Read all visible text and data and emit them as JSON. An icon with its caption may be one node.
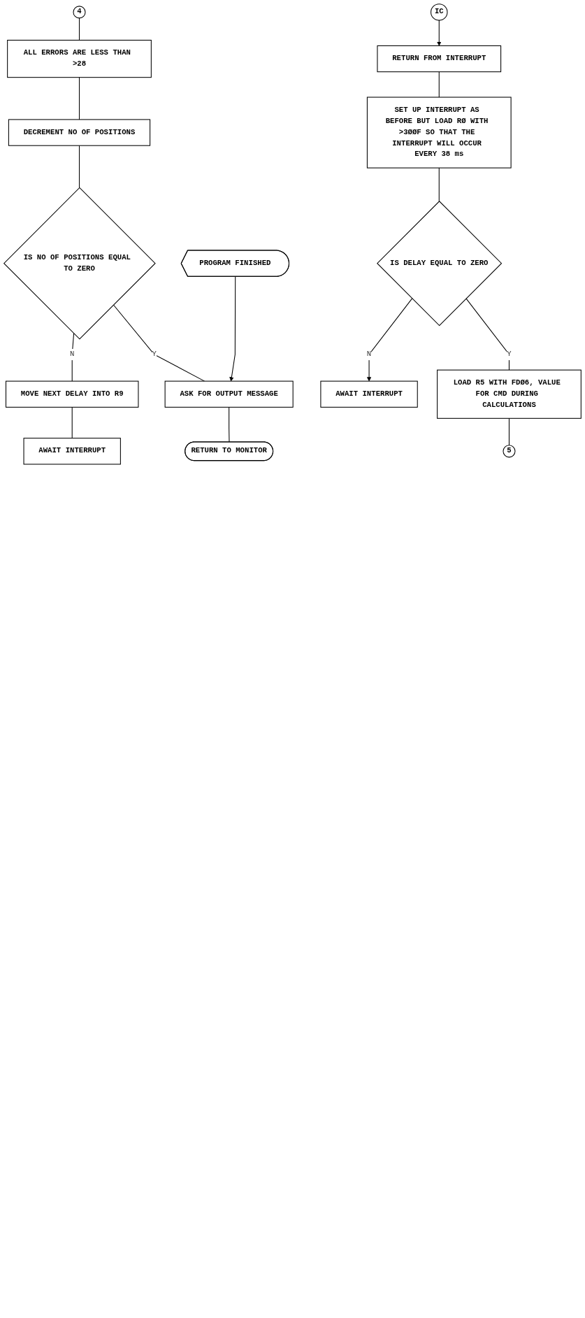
{
  "diagram": {
    "nodes": [
      {
        "text": [
          "4"
        ]
      },
      {
        "text": [
          "ALL ERRORS ARE LESS THAN >28"
        ]
      },
      {
        "text": [
          "DECREMENT NO OF POSITIONS"
        ]
      },
      {
        "text": [
          "IS NO OF POSITIONS EQUAL TO ZERO"
        ]
      },
      {
        "text": [
          "MOVE NEXT DELAY INTO R9"
        ]
      },
      {
        "text": [
          "AWAIT INTERRUPT"
        ]
      },
      {
        "text": [
          "ASK FOR OUTPUT MESSAGE"
        ]
      },
      {
        "text": [
          "PROGRAM FINISHED"
        ]
      },
      {
        "text": [
          "RETURN TO MONITOR"
        ]
      },
      {
        "text": [
          "IC"
        ]
      },
      {
        "text": [
          "RETURN FROM INTERRUPT"
        ]
      },
      {
        "text": [
          "SET UP INTERRUPT AS BEFORE BUT LOAD RØ WITH >3ØØF SO THAT THE INTERRUPT WILL OCCUR EVERY 38 ms"
        ]
      },
      {
        "text": [
          "IS DELAY EQUAL TO ZERO"
        ]
      },
      {
        "text": [
          "AWAIT INTERRUPT"
        ]
      },
      {
        "text": [
          "LOAD R5 WITH FDØ6, VALUE FOR CMD DURING CALCULATIONS"
        ]
      },
      {
        "text": [
          "5"
        ]
      }
    ],
    "edges": [
      {
        "from": 0,
        "to": 1,
        "arrow": "none"
      },
      {
        "from": 1,
        "to": 2,
        "arrow": "none"
      },
      {
        "from": 2,
        "to": 3,
        "arrow": "none"
      },
      {
        "from": 3,
        "to": 4,
        "arrow": "none",
        "label": "N"
      },
      {
        "from": 4,
        "to": 5,
        "arrow": "none"
      },
      {
        "from": 3,
        "to": 6,
        "arrow": "none",
        "label": "Y"
      },
      {
        "from": 7,
        "to": 6,
        "arrow": "to"
      },
      {
        "from": 6,
        "to": 8,
        "arrow": "none"
      },
      {
        "from": 9,
        "to": 10,
        "arrow": "to"
      },
      {
        "from": 10,
        "to": 11,
        "arrow": "none"
      },
      {
        "from": 11,
        "to": 12,
        "arrow": "none"
      },
      {
        "from": 12,
        "to": 13,
        "arrow": "to",
        "label": "N"
      },
      {
        "from": 12,
        "to": 14,
        "arrow": "none",
        "label": "Y"
      },
      {
        "from": 14,
        "to": 15,
        "arrow": "none"
      }
    ]
  }
}
